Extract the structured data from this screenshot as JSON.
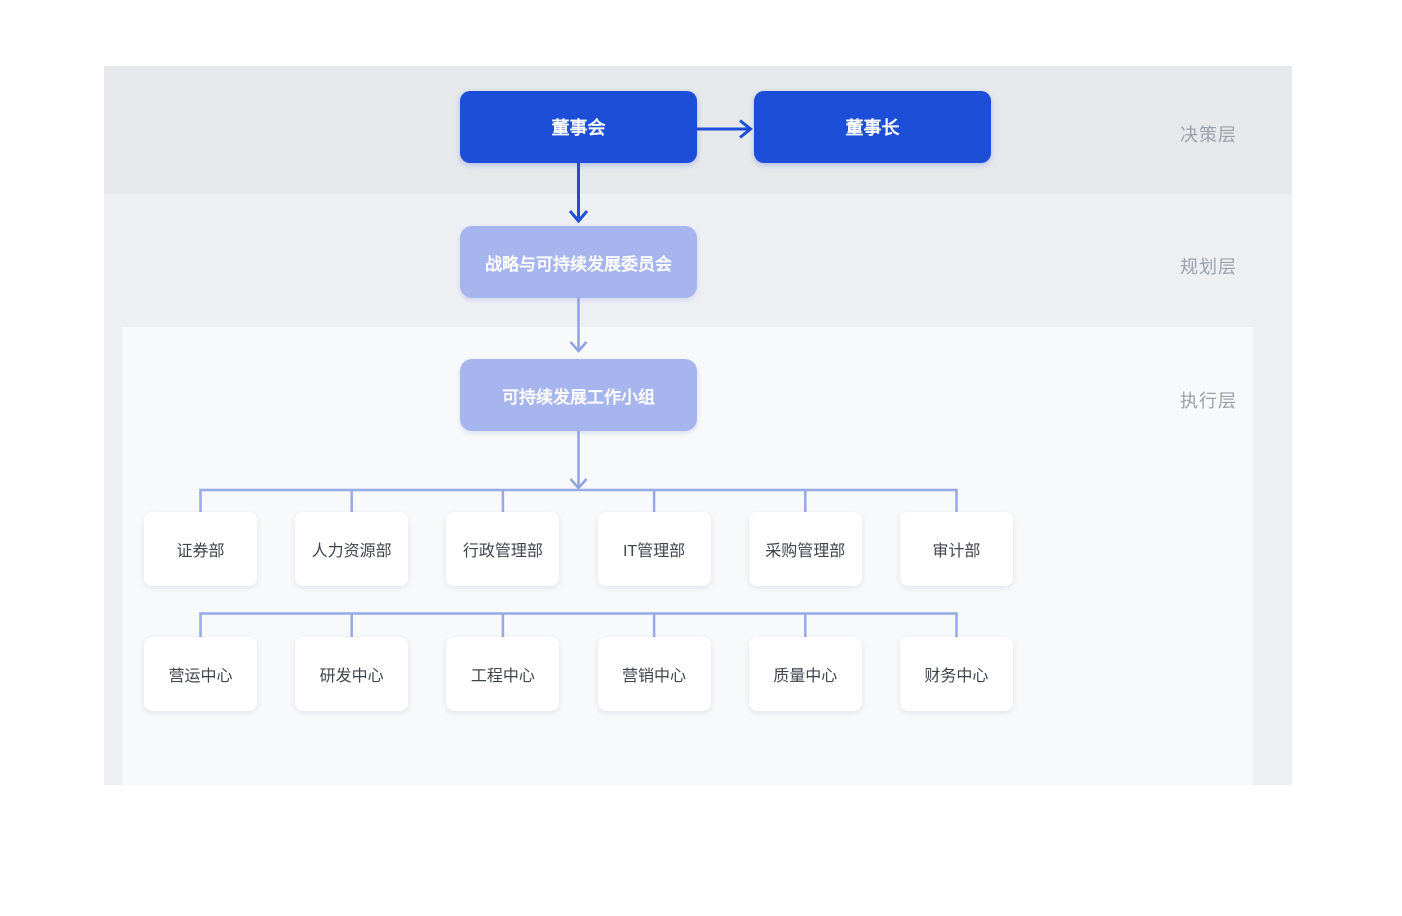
{
  "layers": [
    {
      "label": "决策层"
    },
    {
      "label": "规划层"
    },
    {
      "label": "执行层"
    }
  ],
  "nodes": {
    "board": "董事会",
    "chairman": "董事长",
    "committee": "战略与可持续发展委员会",
    "workgroup": "可持续发展工作小组"
  },
  "departments_row1": [
    "证券部",
    "人力资源部",
    "行政管理部",
    "IT管理部",
    "采购管理部",
    "审计部"
  ],
  "departments_row2": [
    "营运中心",
    "研发中心",
    "工程中心",
    "营销中心",
    "质量中心",
    "财务中心"
  ],
  "colors": {
    "primary_blue": "#1d4ed8",
    "secondary_blue": "#a7b5ee",
    "connector_blue": "#97a9e6",
    "band_decision": "#e7e8ec",
    "band_planning": "#edeff3",
    "band_execution": "#f8f9fb",
    "layer_label_gray": "#9aa0a9",
    "dept_text": "#3f454d"
  }
}
